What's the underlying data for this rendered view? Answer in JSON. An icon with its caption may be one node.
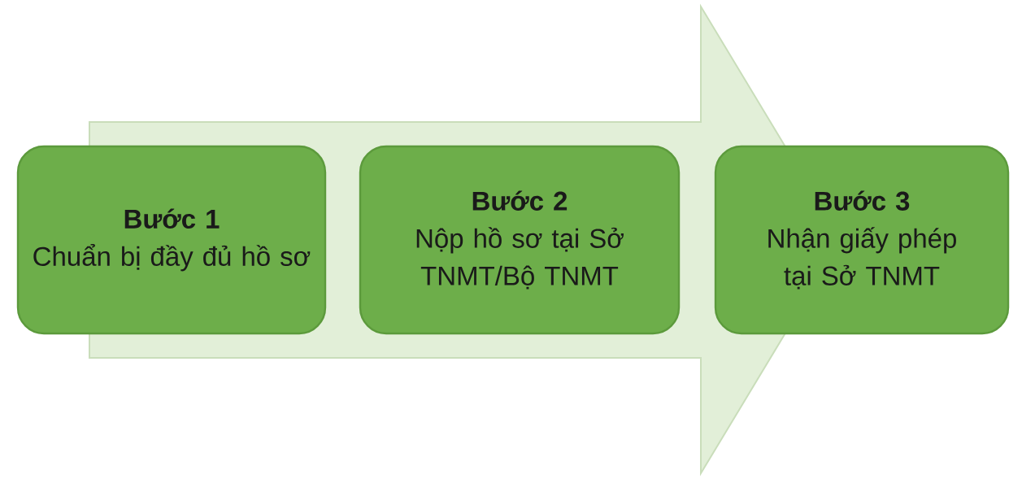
{
  "diagram": {
    "nodes": [
      {
        "text": [
          "Bước 1",
          "Chuẩn bị đầy đủ hồ sơ"
        ]
      },
      {
        "text": [
          "Bước 2",
          "Nộp hồ sơ tại Sở TNMT/Bộ TNMT"
        ]
      },
      {
        "text": [
          "Bước 3",
          "Nhận giấy phép tại Sở TNMT"
        ]
      }
    ],
    "edges": [
      {
        "from": 0,
        "to": 2,
        "arrow": "to"
      }
    ]
  }
}
